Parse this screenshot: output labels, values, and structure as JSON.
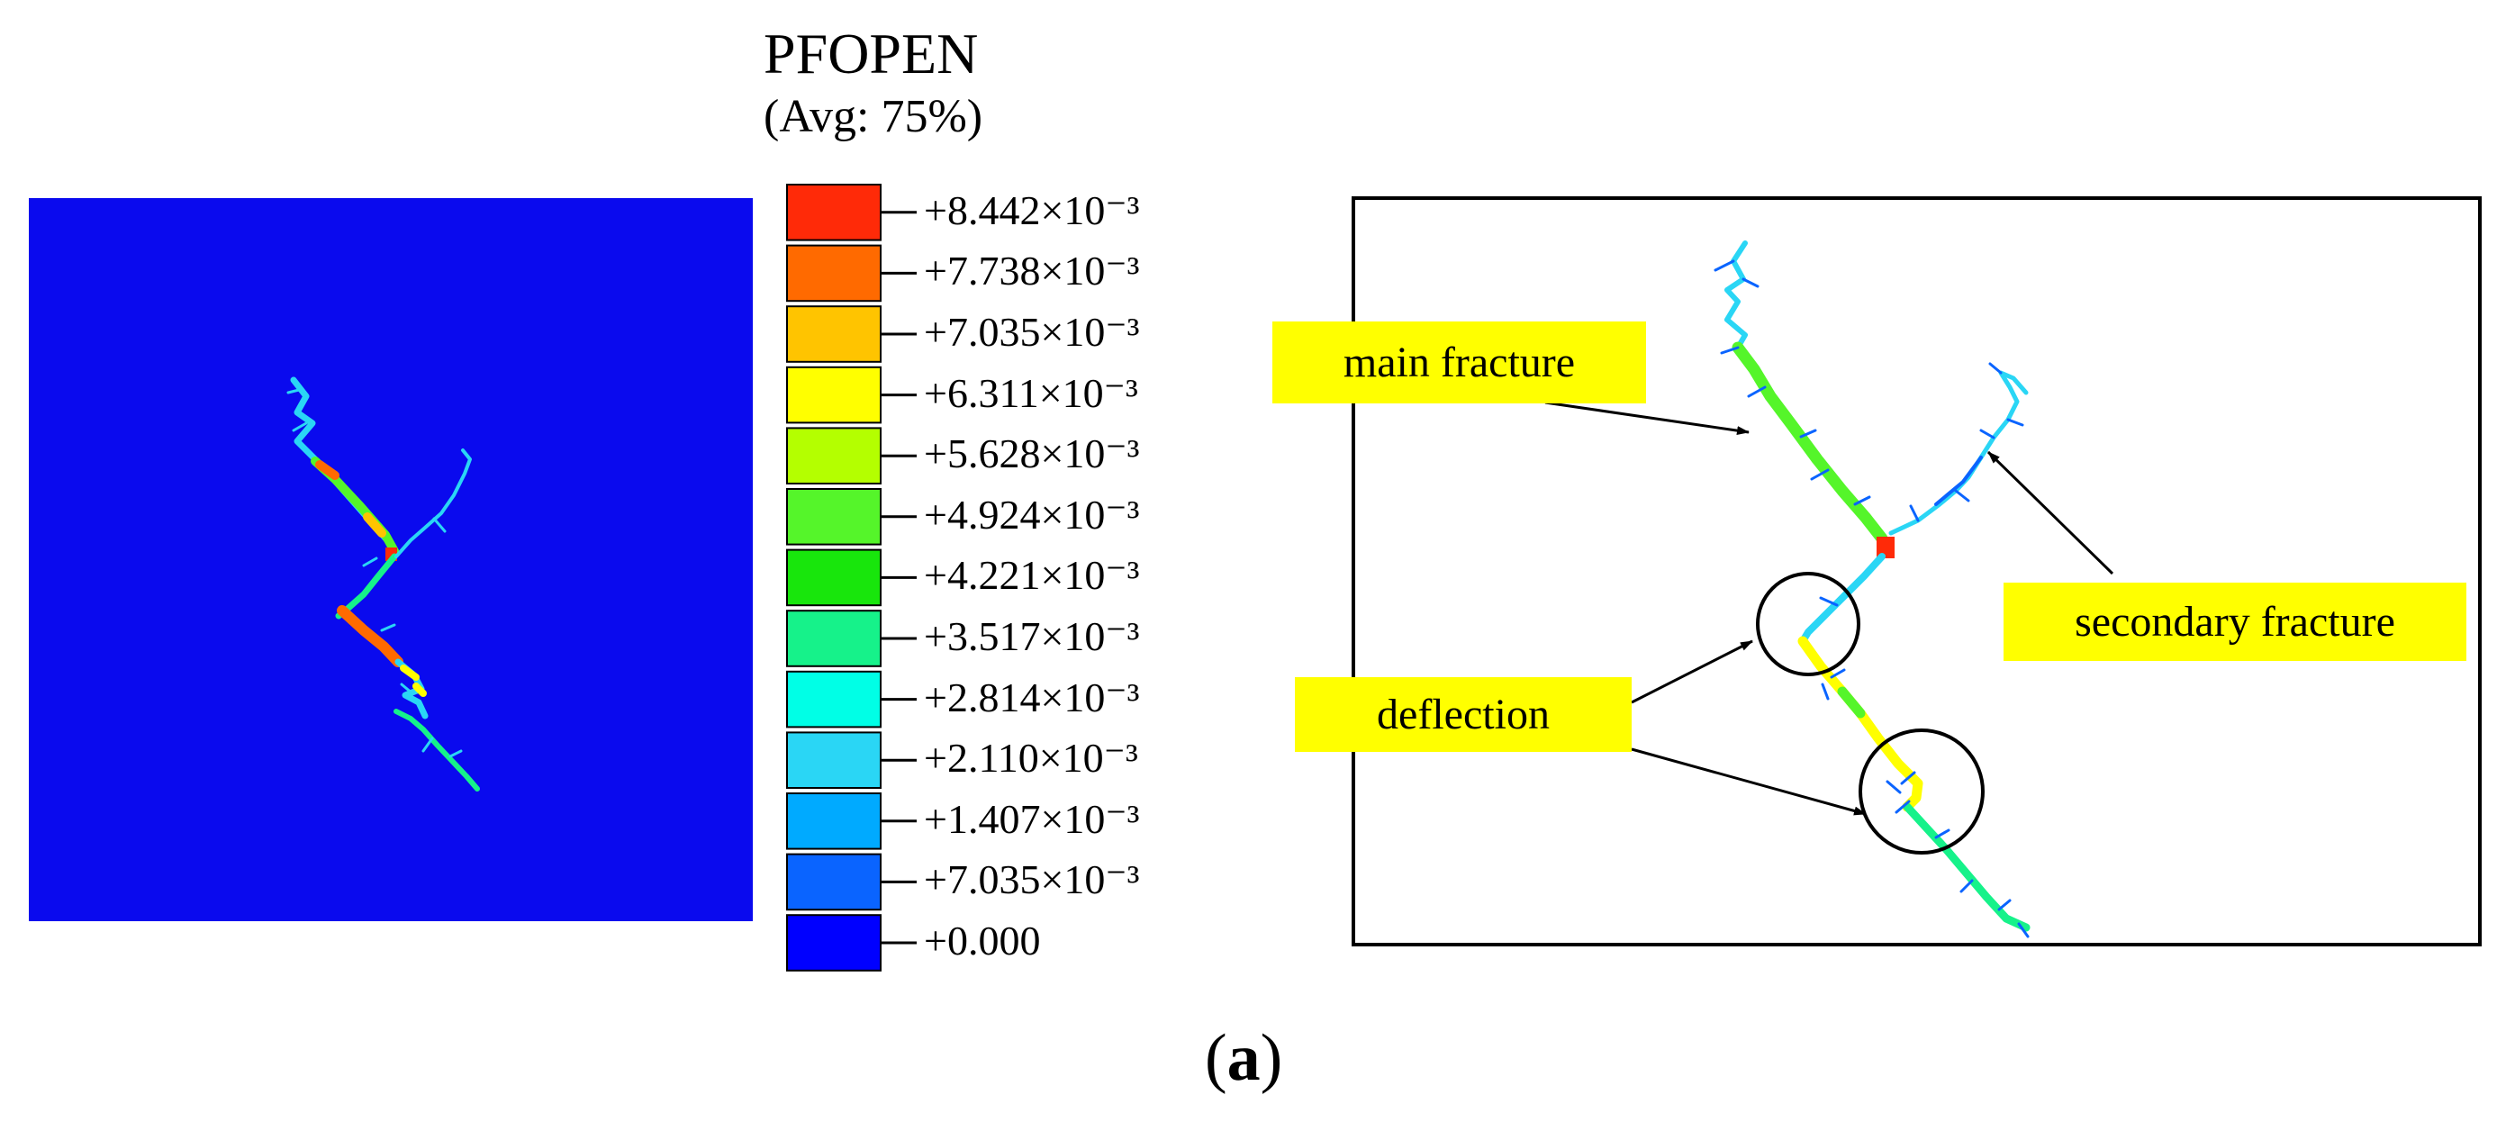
{
  "legend": {
    "title": "PFOPEN",
    "subtitle": "(Avg: 75%)",
    "bands": [
      {
        "color": "#ff2a08"
      },
      {
        "color": "#ff6a00"
      },
      {
        "color": "#ffc400"
      },
      {
        "color": "#ffff00"
      },
      {
        "color": "#b4ff00"
      },
      {
        "color": "#55f52a"
      },
      {
        "color": "#18e60c"
      },
      {
        "color": "#16f28a"
      },
      {
        "color": "#00ffe6"
      },
      {
        "color": "#2ad6f5"
      },
      {
        "color": "#00aaff"
      },
      {
        "color": "#0a64ff"
      },
      {
        "color": "#0000ff"
      }
    ],
    "ticks": [
      "+8.442×10⁻³",
      "+7.738×10⁻³",
      "+7.035×10⁻³",
      "+6.311×10⁻³",
      "+5.628×10⁻³",
      "+4.924×10⁻³",
      "+4.221×10⁻³",
      "+3.517×10⁻³",
      "+2.814×10⁻³",
      "+2.110×10⁻³",
      "+1.407×10⁻³",
      "+7.035×10⁻³",
      "+0.000"
    ]
  },
  "simulation_background": "#0a0aee",
  "annotations": {
    "main_fracture": "main fracture",
    "secondary_fracture": "secondary fracture",
    "deflection": "deflection"
  },
  "panel_label": {
    "open": "(",
    "letter": "a",
    "close": ")"
  }
}
